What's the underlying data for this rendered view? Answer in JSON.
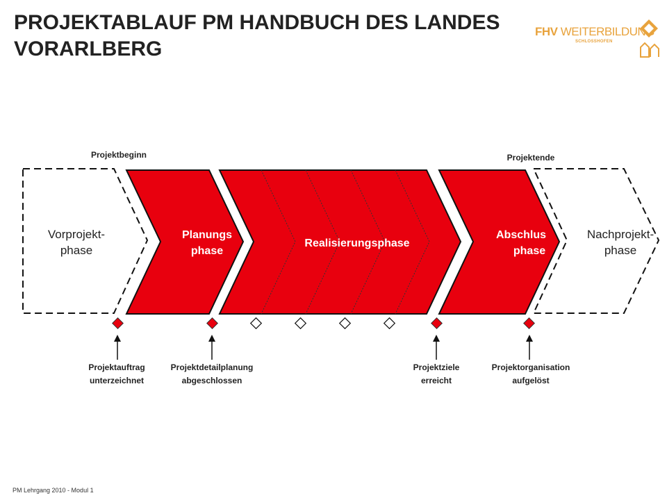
{
  "title": "PROJEKTABLAUF PM HANDBUCH DES LANDES VORARLBERG",
  "logo": {
    "main_bold": "FHV",
    "main_light": "WEITERBILDUNG",
    "sub": "SCHLOSSHOFEN"
  },
  "colors": {
    "phase_fill": "#e8000e",
    "accent": "#e8a33d",
    "text_dark": "#222222"
  },
  "labels": {
    "project_start": "Projektbeginn",
    "project_end": "Projektende"
  },
  "phases": {
    "pre": [
      "Vorprojekt-",
      "phase"
    ],
    "planning": [
      "Planungs",
      "phase"
    ],
    "realization": "Realisierungsphase",
    "closing": [
      "Abschlus",
      "phase"
    ],
    "post": [
      "Nachprojekt-",
      "phase"
    ]
  },
  "milestones": [
    [
      "Projektauftrag",
      "unterzeichnet"
    ],
    [
      "Projektdetailplanung",
      "abgeschlossen"
    ],
    [
      "Projektziele",
      "erreicht"
    ],
    [
      "Projektorganisation",
      "aufgelöst"
    ]
  ],
  "footer": "PM Lehrgang 2010 - Modul 1"
}
